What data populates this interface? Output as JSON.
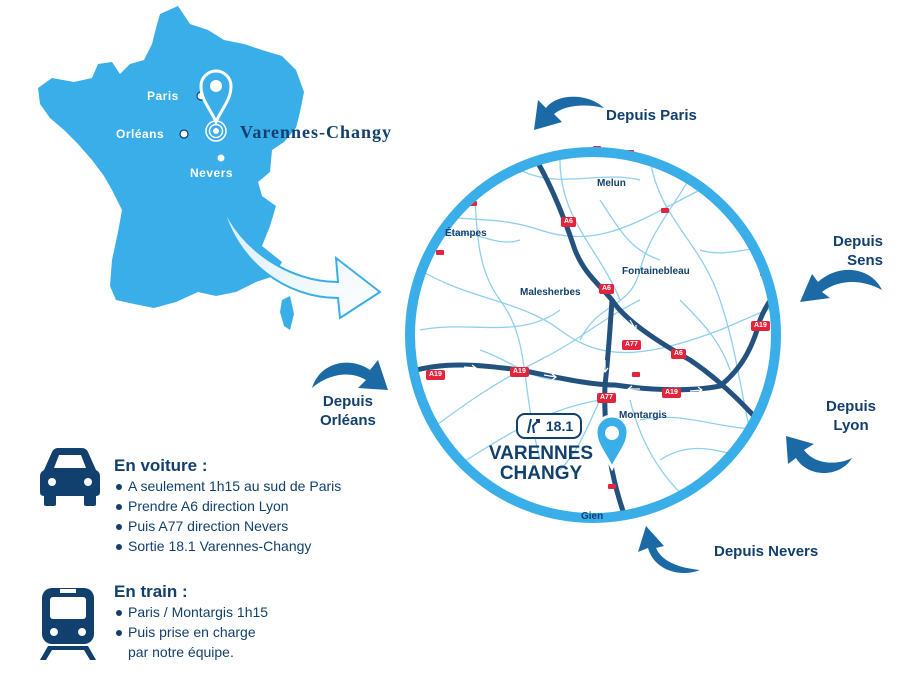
{
  "france_map": {
    "cities": [
      "Paris",
      "Orléans",
      "Nevers"
    ],
    "destination": "Varennes-Changy"
  },
  "directions": {
    "paris": "Depuis Paris",
    "sens": [
      "Depuis",
      "Sens"
    ],
    "orleans": [
      "Depuis",
      "Orléans"
    ],
    "lyon": [
      "Depuis",
      "Lyon"
    ],
    "nevers": "Depuis Nevers"
  },
  "road_map": {
    "towns": [
      "Melun",
      "Étampes",
      "Fontainebleau",
      "Malesherbes",
      "Montargis",
      "Gien"
    ],
    "highways": [
      "A6",
      "A6",
      "A6",
      "A77",
      "A77",
      "A19",
      "A19",
      "A19",
      "A19"
    ],
    "exit_number": "18.1",
    "destination": [
      "VARENNES",
      "CHANGY"
    ]
  },
  "car": {
    "title": "En voiture :",
    "items": [
      "A seulement 1h15 au sud de Paris",
      "Prendre A6 direction Lyon",
      "Puis A77 direction Nevers",
      "Sortie 18.1 Varennes-Changy"
    ]
  },
  "train": {
    "title": "En train :",
    "items": [
      "Paris / Montargis 1h15",
      "Puis prise en charge",
      "par notre équipe."
    ]
  },
  "colors": {
    "france_fill": "#3aaee8",
    "navy": "#12406e",
    "arrow_blue": "#1b6aa6",
    "highway": "#23527e",
    "road": "#8fd0ef",
    "circle_border": "#3aaee8",
    "badge_red": "#e2243c"
  }
}
